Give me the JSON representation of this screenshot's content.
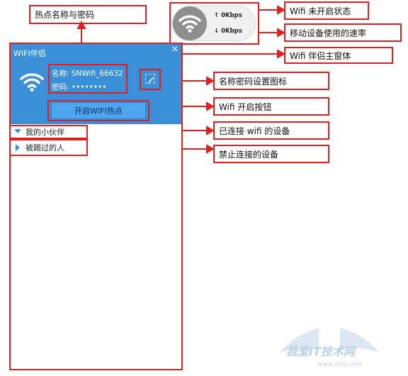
{
  "window": {
    "title": "WIFI伴侣",
    "close_glyph": "×",
    "name_line": "名称: SNWifi_66632",
    "password_line": "密码: ••••••••",
    "start_button": "开启WIFI热点",
    "friends_label": "我的小伙伴",
    "kicked_label": "被踢过的人"
  },
  "widget": {
    "upload_speed": "0Kbps",
    "download_speed": "0Kbps",
    "up_arrow": "↑",
    "down_arrow": "↓"
  },
  "callouts": {
    "hotspot_name_password": "热点名称与密码",
    "wifi_off_state": "Wifi 未开启状态",
    "device_speed": "移动设备使用的速率",
    "main_window": "Wifi 伴侣主窗体",
    "settings_icon": "名称密码设置图标",
    "start_button": "Wifi 开启按钮",
    "connected_devices": "已连接 wifi 的设备",
    "banned_devices": "禁止连接的设备"
  },
  "watermark": {
    "text": "我爱IT技术网",
    "url": "www.52ij.com"
  },
  "colors": {
    "accent_blue": "#3a8fd8",
    "annotation_red": "#e02020",
    "button_blue": "#4da6ef"
  },
  "icons": [
    "wifi-icon",
    "edit-pencil-icon",
    "close-icon",
    "triangle-down-icon",
    "triangle-right-icon",
    "arrow-up-icon",
    "arrow-down-icon"
  ]
}
